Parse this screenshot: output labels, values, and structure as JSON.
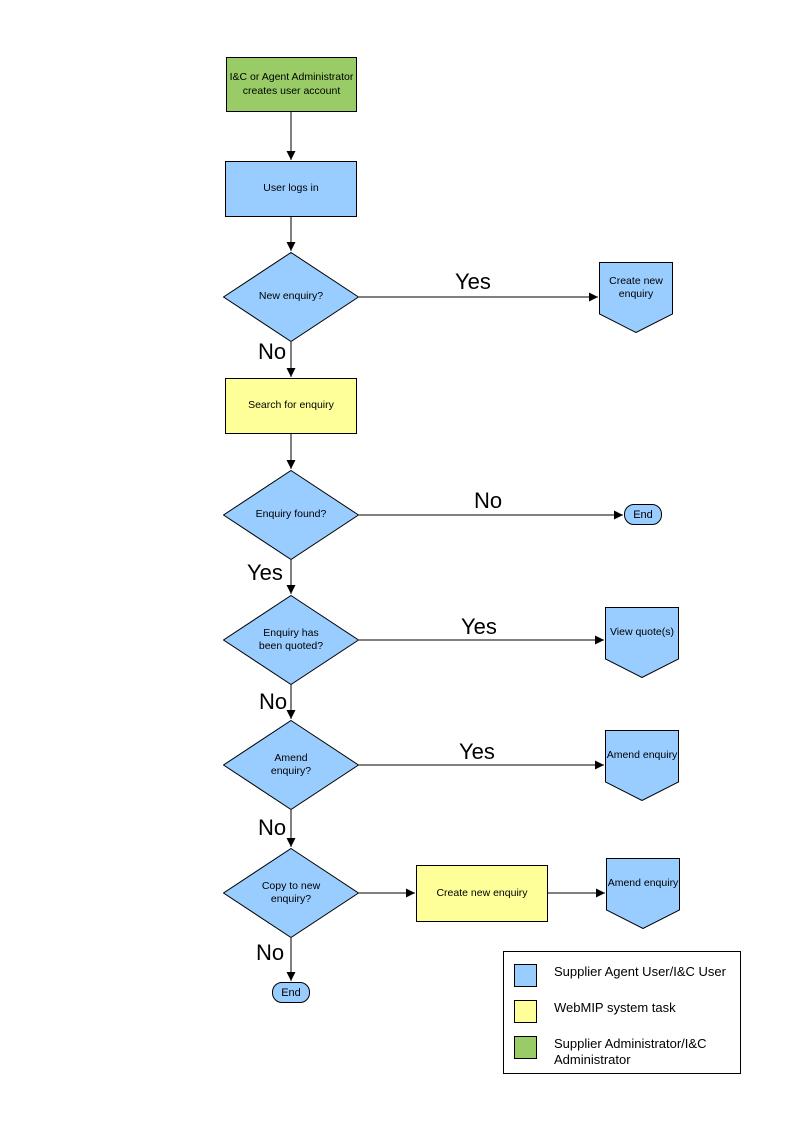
{
  "colors": {
    "user_fill": "#99ccff",
    "system_fill": "#ffff99",
    "admin_fill": "#99cc66",
    "line": "#000000",
    "background": "#ffffff"
  },
  "nodes": {
    "create_account": {
      "label": "I&C or Agent Administrator creates user account"
    },
    "user_logs_in": {
      "label": "User logs in"
    },
    "new_enquiry_q": {
      "label": "New enquiry?"
    },
    "create_new_enquiry_ref": {
      "label": "Create new enquiry"
    },
    "search_for_enquiry": {
      "label": "Search for enquiry"
    },
    "enquiry_found_q": {
      "label": "Enquiry found?"
    },
    "end_1": {
      "label": "End"
    },
    "enquiry_quoted_q": {
      "label": "Enquiry has been quoted?"
    },
    "view_quotes_ref": {
      "label": "View quote(s)"
    },
    "amend_enquiry_q": {
      "label": "Amend enquiry?"
    },
    "amend_enquiry_ref": {
      "label": "Amend enquiry"
    },
    "copy_to_new_q": {
      "label": "Copy to new enquiry?"
    },
    "create_new_enquiry_task": {
      "label": "Create new enquiry"
    },
    "amend_enquiry_ref_2": {
      "label": "Amend enquiry"
    },
    "end_2": {
      "label": "End"
    }
  },
  "edge_labels": {
    "yes_new_enquiry": "Yes",
    "no_new_enquiry": "No",
    "no_enquiry_found": "No",
    "yes_enquiry_found": "Yes",
    "yes_enquiry_quoted": "Yes",
    "no_enquiry_quoted": "No",
    "yes_amend_enquiry": "Yes",
    "no_amend_enquiry": "No",
    "no_copy_to_new": "No"
  },
  "legend": {
    "items": [
      {
        "color": "#99ccff",
        "label": "Supplier Agent User/I&C User"
      },
      {
        "color": "#ffff99",
        "label": "WebMIP system task"
      },
      {
        "color": "#99cc66",
        "label": "Supplier Administrator/I&C Administrator"
      }
    ]
  }
}
